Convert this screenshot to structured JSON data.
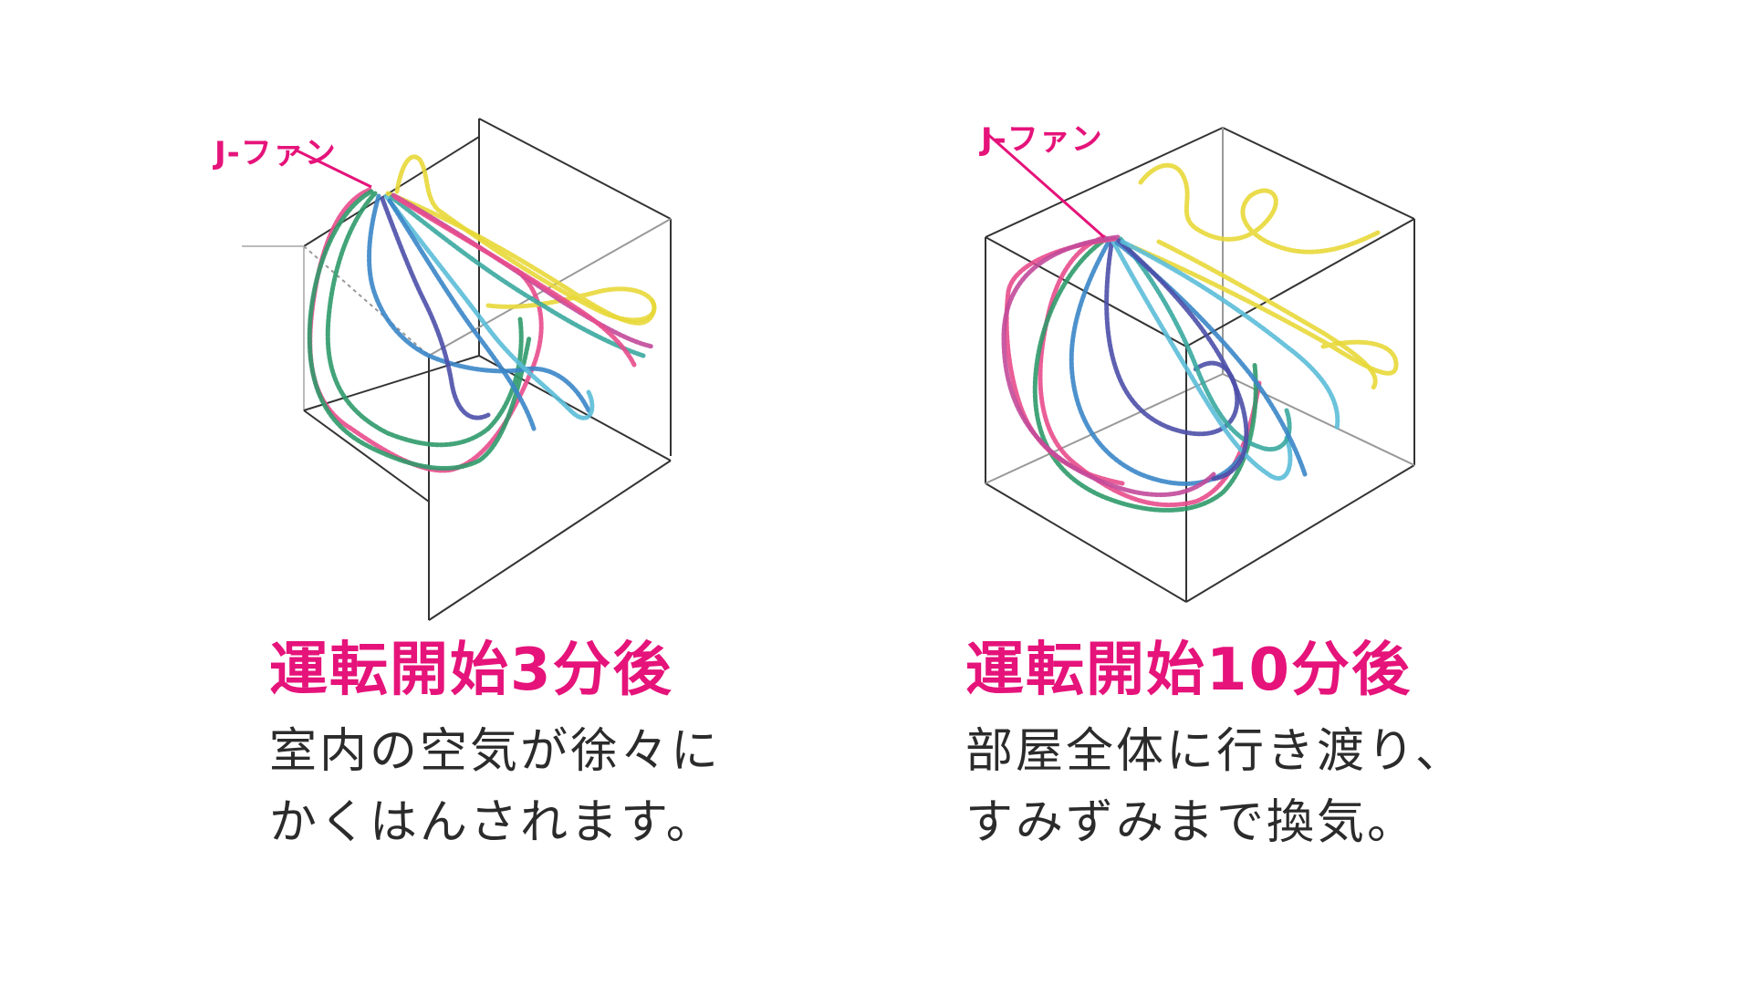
{
  "colors": {
    "accent": "#e5137a",
    "text": "#2b2b2b",
    "box_line": "#333333",
    "streams": [
      "#e84c8c",
      "#2f9a6a",
      "#3a86c8",
      "#4d4fa8",
      "#5bbcd8",
      "#e8d838",
      "#3aa8a0",
      "#c24a9a"
    ]
  },
  "panels": [
    {
      "fan_label": "J-ファン",
      "title": "運転開始3分後",
      "desc_line1": "室内の空気が徐々に",
      "desc_line2": "かくはんされます。"
    },
    {
      "fan_label": "J-ファン",
      "title": "運転開始10分後",
      "desc_line1": "部屋全体に行き渡り、",
      "desc_line2": "すみずみまで換気。"
    }
  ]
}
